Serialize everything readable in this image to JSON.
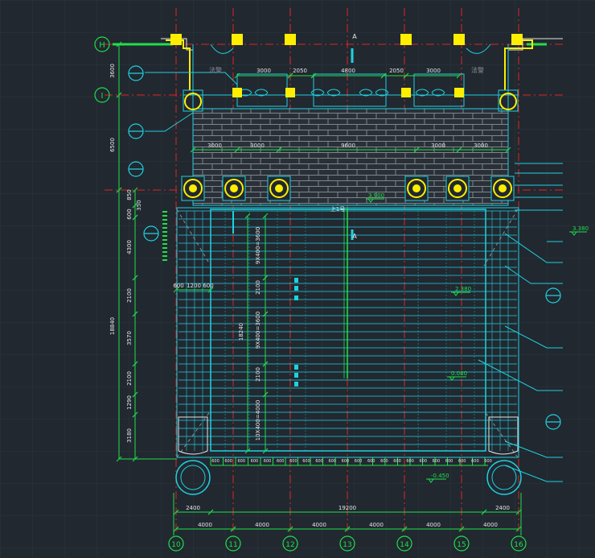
{
  "drawing": {
    "grid_axes_bottom": [
      "10",
      "11",
      "12",
      "13",
      "14",
      "15",
      "16"
    ],
    "grid_axes_left": [
      "H",
      "I"
    ],
    "dims_top_row": [
      "3000",
      "2050",
      "4800",
      "2050",
      "3000"
    ],
    "dims_second_row": [
      "3000",
      "3000",
      "9600",
      "3000",
      "3000"
    ],
    "dims_bottom_total": {
      "left": "2400",
      "middle": "19200",
      "right": "2400"
    },
    "dims_bottom_bays": [
      "4000",
      "4000",
      "4000",
      "4000",
      "4000",
      "4000"
    ],
    "dims_left_inner": [
      "6500",
      "850",
      "350",
      "600",
      "4300",
      "2100",
      "3570",
      "2100",
      "1290",
      "3180"
    ],
    "dims_left_outer": [
      "3600",
      "18840"
    ],
    "dims_small_row": [
      "600",
      "1200",
      "600"
    ],
    "dim_center_vertical": "18240",
    "stair_notes": [
      "9X400=3600",
      "9X400=3600",
      "10X400=4000"
    ],
    "stair_run_labels": [
      "2100",
      "2100"
    ],
    "stair_tread_labels": [
      "600",
      "600",
      "600",
      "600",
      "600",
      "600",
      "600",
      "600",
      "600",
      "600",
      "600",
      "600",
      "600",
      "600",
      "600",
      "600",
      "600",
      "600",
      "600",
      "600",
      "600",
      "600"
    ],
    "room_labels": [
      "法警",
      "法警"
    ],
    "section_marks": [
      "A",
      "A"
    ],
    "level_marks": [
      "3.900",
      "3.380",
      "2.380",
      "0.080",
      "-0.450"
    ],
    "upper_level_label": "上1号",
    "colors": {
      "background": "#212830",
      "cyan": "#1fd1e0",
      "green": "#1fe04a",
      "yellow": "#ffee00",
      "red_axis": "#e02525",
      "white": "#e6e6e6",
      "grey": "#8a8f96"
    }
  }
}
